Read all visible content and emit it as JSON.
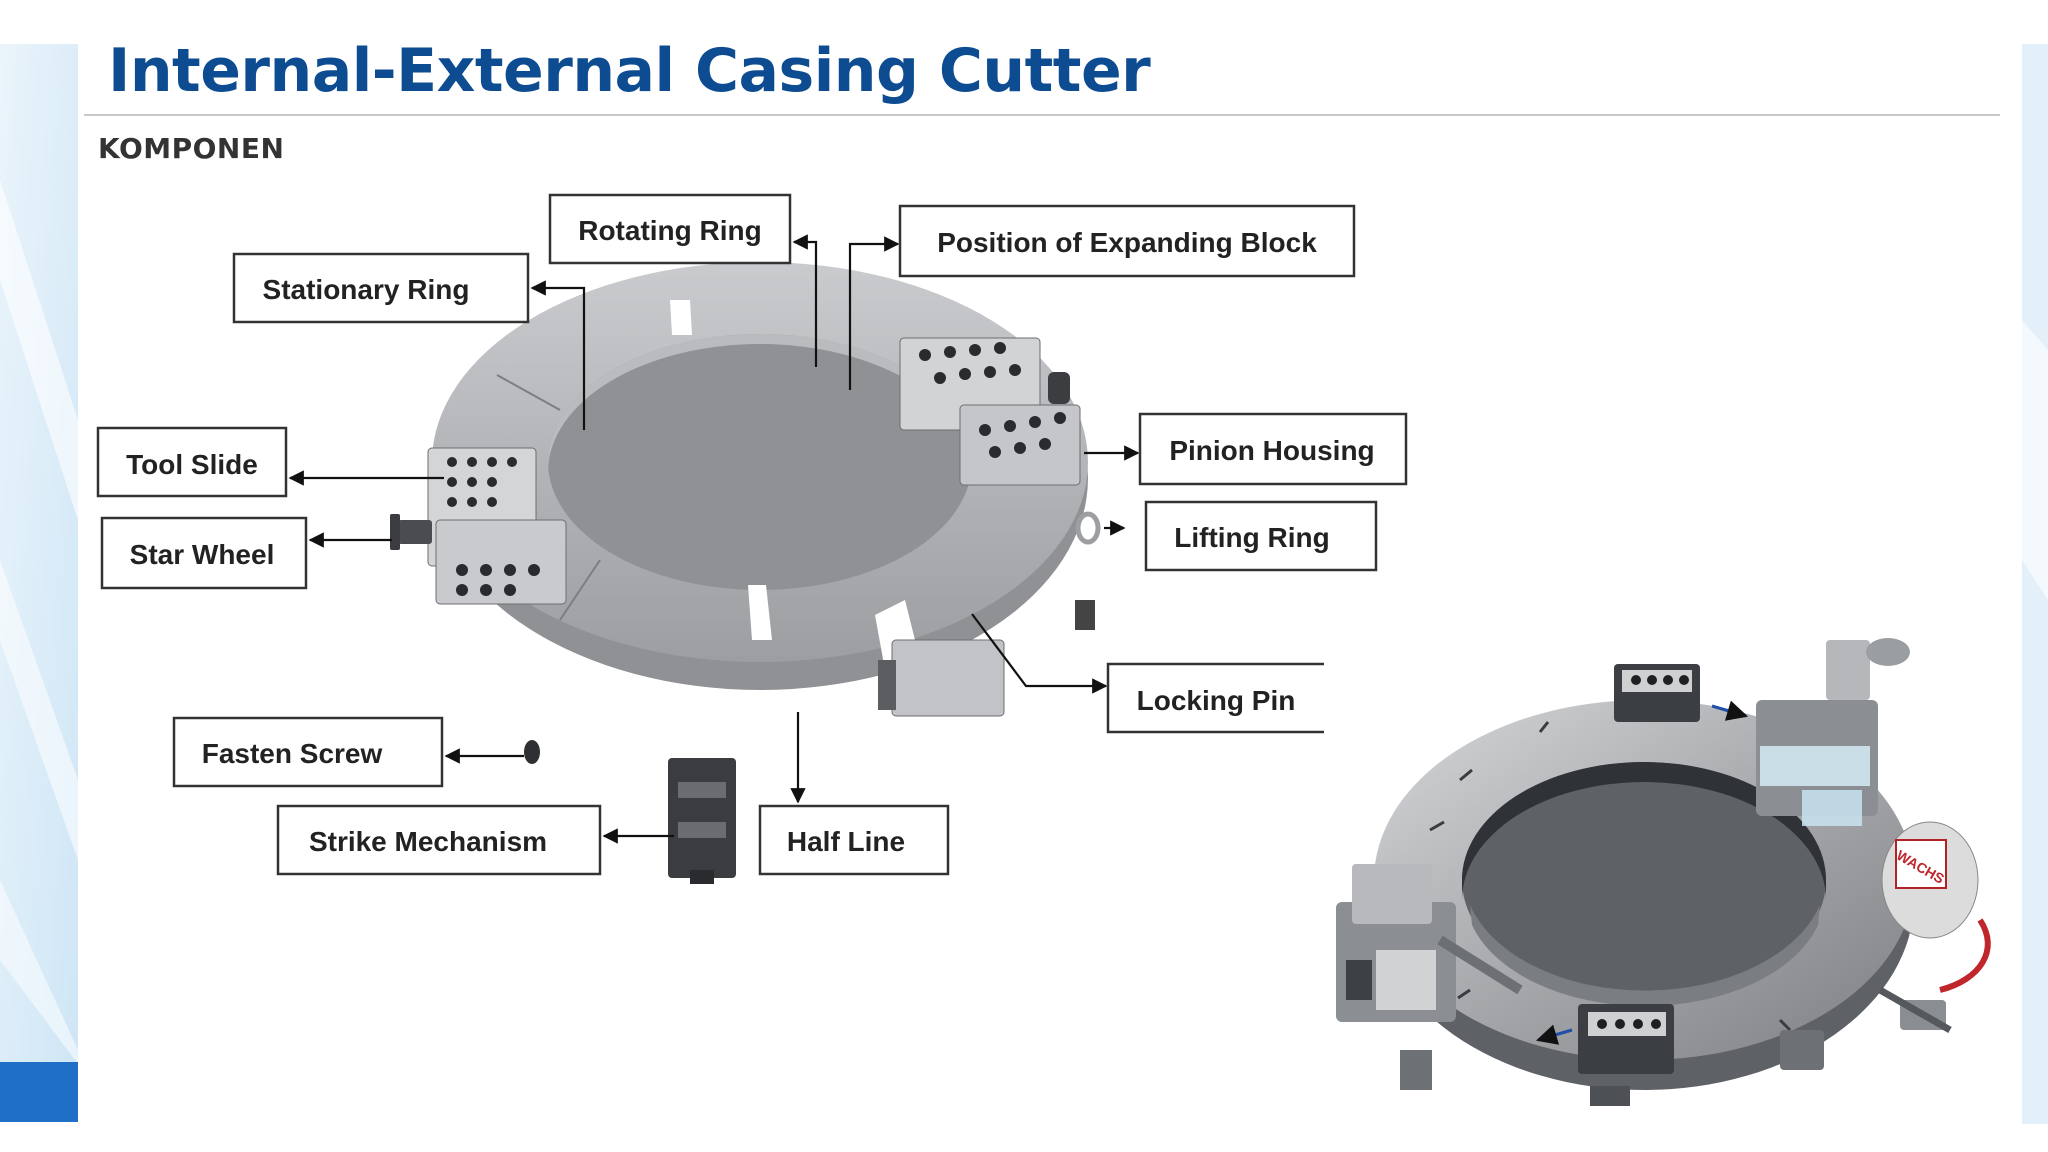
{
  "slide": {
    "title": "Internal-External Casing Cutter",
    "subtitle": "KOMPONEN"
  },
  "diagram": {
    "labels": [
      {
        "key": "rotating_ring",
        "text": "Rotating Ring"
      },
      {
        "key": "position_expanding_block",
        "text": "Position of Expanding Block"
      },
      {
        "key": "stationary_ring",
        "text": "Stationary Ring"
      },
      {
        "key": "tool_slide",
        "text": "Tool Slide"
      },
      {
        "key": "star_wheel",
        "text": "Star Wheel"
      },
      {
        "key": "pinion_housing",
        "text": "Pinion Housing"
      },
      {
        "key": "lifting_ring",
        "text": "Lifting Ring"
      },
      {
        "key": "locking_pin",
        "text": "Locking Pin"
      },
      {
        "key": "fasten_screw",
        "text": "Fasten Screw"
      },
      {
        "key": "strike_mechanism",
        "text": "Strike Mechanism"
      },
      {
        "key": "half_line",
        "text": "Half Line"
      }
    ],
    "logo_text": "WACHS"
  },
  "colors": {
    "title": "#0e4c92",
    "accent_blue": "#1f6fc6",
    "metal": "#a9abae"
  }
}
